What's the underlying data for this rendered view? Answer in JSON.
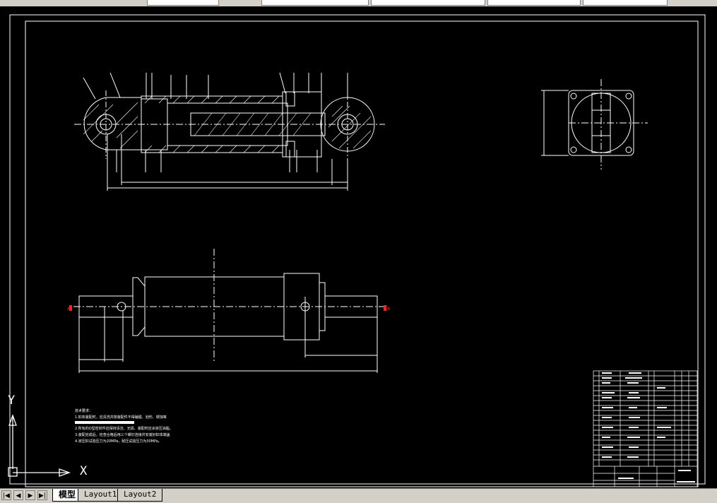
{
  "ucs": {
    "y_label": "Y",
    "x_label": "X"
  },
  "tabs": [
    {
      "label": "模型",
      "active": true
    },
    {
      "label": "Layout1",
      "active": false
    },
    {
      "label": "Layout2",
      "active": false
    }
  ],
  "nav": {
    "first": "|◀",
    "prev": "◀",
    "next": "▶",
    "last": "▶|"
  },
  "drawing": {
    "line_color": "#ffffff",
    "accent_color": "#ff2020",
    "background": "#000000",
    "section_marks": [
      "A",
      "A"
    ],
    "tech_notes": {
      "heading": "技术要求：",
      "lines": [
        "1.缸体装配时，应清洗并按装配件不得磕碰、划伤、锈蚀等",
        "2.所有的O型密封件应保持清洁、无损、装配时应涂液压油脂。",
        "3.装配完成后，检查合格后用三个螺钉连接并安装好缸体端盖",
        "4.液压缸试验压力为20MPa，耐压试验压力为30MPa。"
      ]
    }
  }
}
